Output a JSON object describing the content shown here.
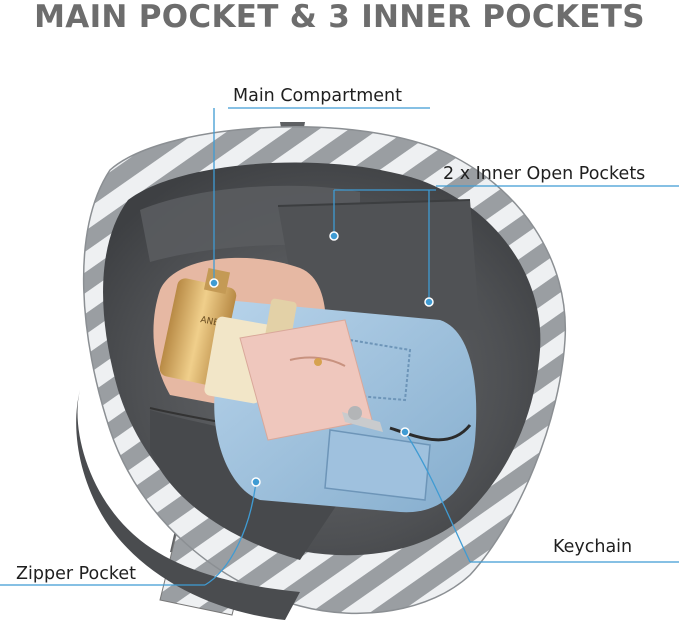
{
  "title": "MAIN POCKET & 3 INNER POCKETS",
  "callouts": {
    "main_compartment": "Main Compartment",
    "inner_open_pockets": "2 x Inner Open Pockets",
    "keychain": "Keychain",
    "zipper_pocket": "Zipper Pocket"
  },
  "colors": {
    "title": "#6d6d6d",
    "callout_line": "#3f9bd3",
    "bag_interior": "#555759",
    "stripe_gray": "#9a9ea2",
    "stripe_white": "#eef0f2"
  },
  "product_text": {
    "sunscreen_brand": "ANESSA"
  }
}
